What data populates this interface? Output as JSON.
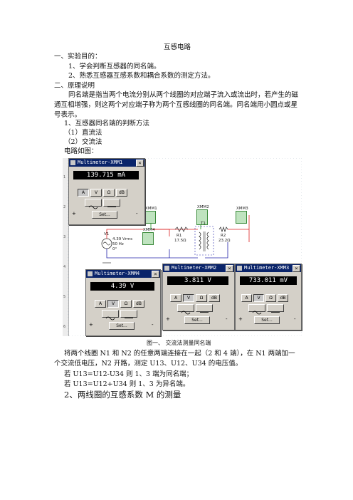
{
  "title": "互感电路",
  "sec1": {
    "heading": "一、实验目的：",
    "items": [
      "1、学会判断互感器的同名端。",
      "2、熟悉互感器互感系数和耦合系数的测定方法。"
    ]
  },
  "sec2": {
    "heading": "二、原理说明",
    "para": "同名端是指当两个电流分别从两个线圈的对应端子流入或流出时，若产生的磁通互相增强，则这两个对应端子称为两个互感线圈的同名端。同名端用小圆点或星号表示。",
    "sub1": "1、互感器同名端的判断方法",
    "m1": "（1）直流法",
    "m2": "（2）交流法",
    "circuit": "电路如图："
  },
  "figure": {
    "caption": "图一、  交流法测量同名端",
    "meters": [
      {
        "title": "Multimeter-XMM1",
        "reading": "139.715 mA"
      },
      {
        "title": "Multimeter-XMM4",
        "reading": "4.39 V"
      },
      {
        "title": "Multimeter-XMM2",
        "reading": "3.811 V"
      },
      {
        "title": "Multimeter-XMM3",
        "reading": "733.011 mV"
      }
    ],
    "buttons": [
      "A",
      "V",
      "Ω",
      "dB"
    ],
    "set_label": "Set...",
    "source": {
      "name": "V1",
      "line1": "4.39 Vrms",
      "line2": "50 Hz",
      "line3": "0°"
    },
    "r1": {
      "name": "R1",
      "value": "17.5Ω"
    },
    "r2": {
      "name": "R2",
      "value": "23.2Ω"
    },
    "t1": "T1",
    "xmm_labels": [
      "XMM1",
      "XMM2",
      "XMM3",
      "XMM4"
    ],
    "ruler": [
      "1",
      "2",
      "3",
      "4",
      "5",
      "6"
    ]
  },
  "after": {
    "para": "将两个线圈 N1  和 N2 的任意两端连接在一起（2 和 4  端），在 N1  两端加一个交流低电压，N2  开路，测定 U13、U12、U34 的电压值。",
    "c1": "若    U13=U12-U34 则  1、3 端为同名端；",
    "c2": "若    U13=U12+U34  则  1、3 为异名端。"
  },
  "sec3": {
    "heading": "2、两线圈的互感系数 M 的测量"
  }
}
